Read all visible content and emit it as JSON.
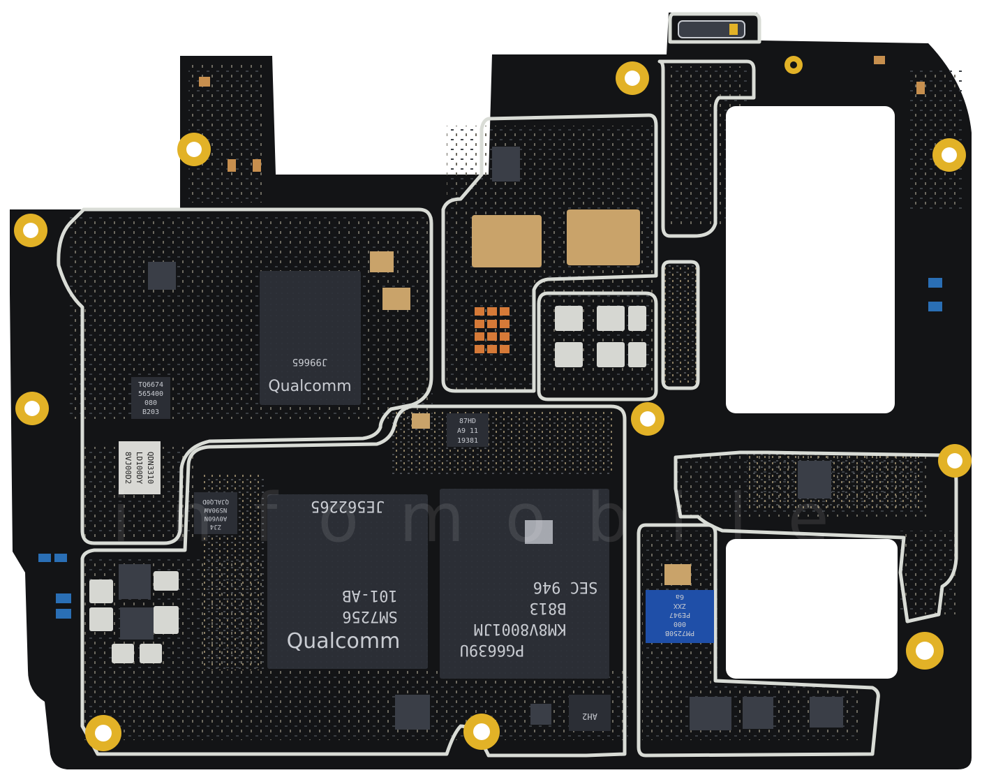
{
  "colors": {
    "pcb": "#131416",
    "shield": "#d9dcd6",
    "gold": "#e2b227",
    "chip": "#2b2e35",
    "chip_light": "#3a3e47",
    "blue_chip": "#1f4fa8",
    "pad": "#c9a36a"
  },
  "chips": {
    "pmic": {
      "marking_code": "J99665",
      "brand": "Qualcomm"
    },
    "soc": {
      "marking_lot": "JE562265",
      "marking_part": "SM7256",
      "marking_rev": "101-AB",
      "brand": "Qualcomm"
    },
    "memory": {
      "line1": "SEC 946",
      "line2": "B813",
      "line3": "KM8V8001JM",
      "line4": "PG6639U"
    },
    "small_qdn": {
      "line1": "QDN3310",
      "line2": "LD100DY",
      "line3": "8VJ00D2"
    },
    "small_left": {
      "line1": "TQ6674",
      "line2": "565400",
      "line3": "080",
      "line4": "B203"
    },
    "small_mid": {
      "line1": "87HD",
      "line2": "A9 11",
      "line3": "19381"
    },
    "small_blue": {
      "line1": "PM7250B",
      "line2": "000",
      "line3": "PE947",
      "line4": "ZXX",
      "line5": "6a"
    },
    "small_qfn": {
      "line1": "ZJ4",
      "line2": "A0V60N",
      "line3": "NS90AW",
      "line4": "QJALQ0D"
    },
    "small_bottom": {
      "line1": "AH2"
    }
  },
  "watermark": {
    "text": "infomobile"
  }
}
